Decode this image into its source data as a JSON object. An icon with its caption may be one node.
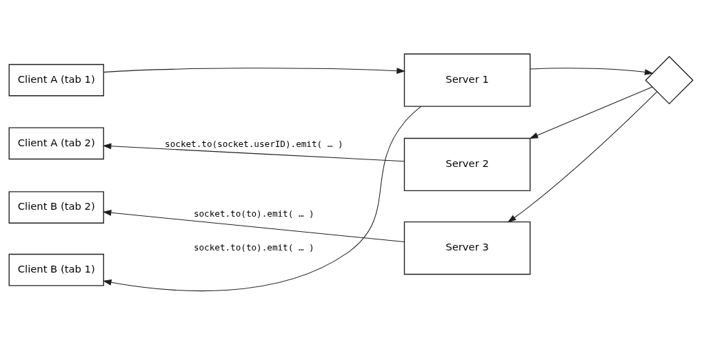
{
  "diagram": {
    "nodes": [
      {
        "text": [
          "Client A (tab 1)"
        ]
      },
      {
        "text": [
          "Server 1"
        ]
      },
      {
        "text": [
          "Client B (tab 1)"
        ]
      },
      {
        "text": [
          "Client A (tab 2)"
        ]
      },
      {
        "text": [
          "Server 2"
        ]
      },
      {
        "text": [],
        "shape": "diamond"
      },
      {
        "text": [
          "Client B (tab 2)"
        ]
      },
      {
        "text": [
          "Server 3"
        ]
      }
    ],
    "edges": [
      {
        "from": 0,
        "to": 1,
        "arrow": "to"
      },
      {
        "from": 1,
        "to": 2,
        "arrow": "to",
        "label": "socket.to(to).emit( … )"
      },
      {
        "from": 1,
        "to": 5,
        "arrow": "to"
      },
      {
        "from": 5,
        "to": 4,
        "arrow": "to"
      },
      {
        "from": 5,
        "to": 7,
        "arrow": "to"
      },
      {
        "from": 4,
        "to": 3,
        "arrow": "to",
        "label": "socket.to(socket.userID).emit( … )"
      },
      {
        "from": 7,
        "to": 6,
        "arrow": "to",
        "label": "socket.to(to).emit( … )"
      }
    ]
  }
}
